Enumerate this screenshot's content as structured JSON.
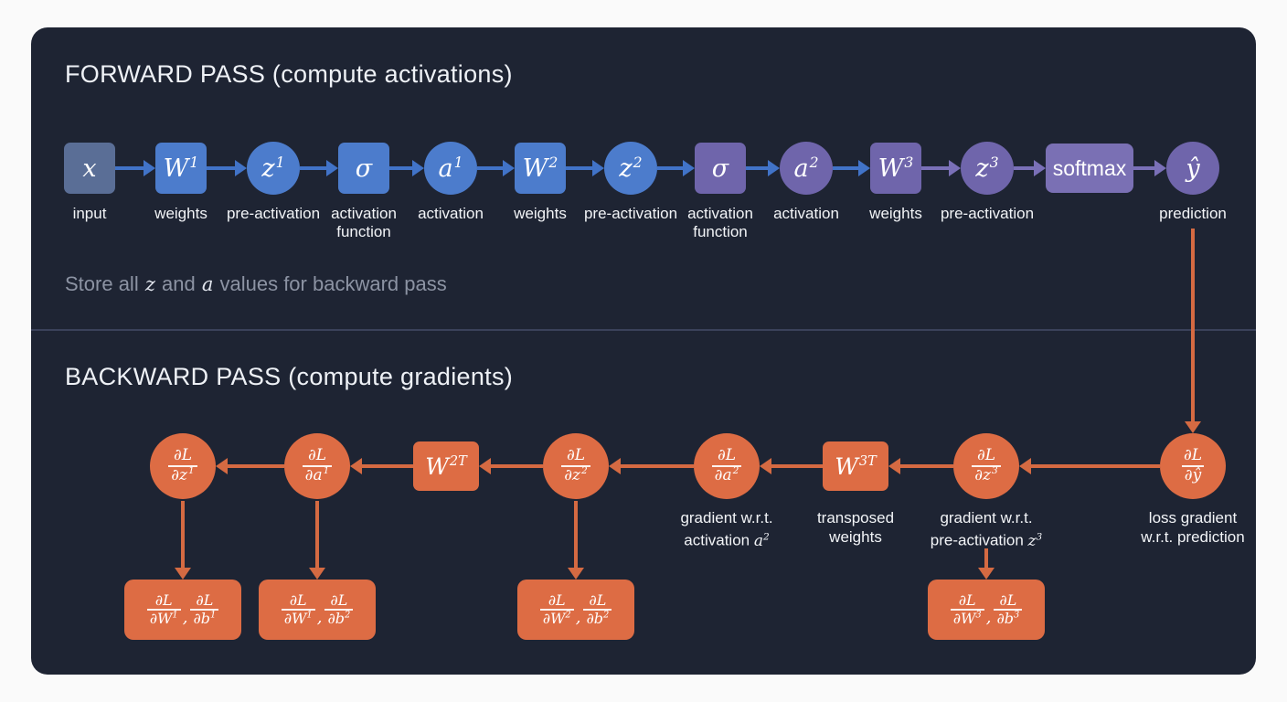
{
  "colors": {
    "page_bg": "#fafafa",
    "card_bg": "#1e2433",
    "node_blue": "#4c7ccc",
    "node_muted": "#5a6e96",
    "node_purple": "#6f65ab",
    "pill_purple": "#7a70b4",
    "arrow_blue": "#4173c8",
    "arrow_purple": "#7a70b8",
    "orange": "#dd6c44",
    "arrow_orange": "#d56a42",
    "divider": "#3a415a",
    "title_text": "#eef1f6",
    "label_text": "#f2f4f7",
    "muted_text": "#8c93a3"
  },
  "forward": {
    "title": "FORWARD PASS (compute activations)",
    "nodes": [
      {
        "shape": "square",
        "color": "muted",
        "text": "x",
        "label": "input",
        "name": "x"
      },
      {
        "shape": "square",
        "color": "blue",
        "text": "W",
        "sup": "1",
        "label": "weights",
        "name": "w1"
      },
      {
        "shape": "circle",
        "color": "blue",
        "text": "z",
        "sup": "1",
        "label": "pre-activation",
        "name": "z1"
      },
      {
        "shape": "square",
        "color": "blue",
        "text": "σ",
        "label": "activation\nfunction",
        "name": "sigma1"
      },
      {
        "shape": "circle",
        "color": "blue",
        "text": "a",
        "sup": "1",
        "label": "activation",
        "name": "a1"
      },
      {
        "shape": "square",
        "color": "blue",
        "text": "W",
        "sup": "2",
        "label": "weights",
        "name": "w2"
      },
      {
        "shape": "circle",
        "color": "blue",
        "text": "z",
        "sup": "2",
        "label": "pre-activation",
        "name": "z2"
      },
      {
        "shape": "square",
        "color": "purple",
        "text": "σ",
        "label": "activation\nfunction",
        "name": "sigma2"
      },
      {
        "shape": "circle",
        "color": "purple",
        "text": "a",
        "sup": "2",
        "label": "activation",
        "name": "a2"
      },
      {
        "shape": "square",
        "color": "purple",
        "text": "W",
        "sup": "3",
        "label": "weights",
        "name": "w3"
      },
      {
        "shape": "circle",
        "color": "purple",
        "text": "z",
        "sup": "3",
        "label": "pre-activation",
        "name": "z3"
      },
      {
        "shape": "pill",
        "color": "pill",
        "text": "softmax",
        "plain": true,
        "label": "",
        "name": "softmax"
      },
      {
        "shape": "circle",
        "color": "purple",
        "text": "ŷ",
        "label": "prediction",
        "name": "yhat"
      }
    ],
    "note_parts": [
      {
        "text": "Store all "
      },
      {
        "text": "z",
        "math": true
      },
      {
        "text": " and "
      },
      {
        "text": "a",
        "math": true
      },
      {
        "text": " values for backward pass"
      }
    ]
  },
  "backward": {
    "title": "BACKWARD PASS (compute gradients)",
    "nodes": [
      {
        "shape": "circle",
        "frac": {
          "num": "∂L",
          "den": "∂z",
          "den_sup": "1"
        },
        "name": "dl-dz1"
      },
      {
        "shape": "circle",
        "frac": {
          "num": "∂L",
          "den": "∂a",
          "den_sup": "1"
        },
        "name": "dl-da1"
      },
      {
        "shape": "square",
        "text": "W",
        "sup": "2T",
        "name": "w2-transposed"
      },
      {
        "shape": "circle",
        "frac": {
          "num": "∂L",
          "den": "∂z",
          "den_sup": "2"
        },
        "name": "dl-dz2"
      },
      {
        "shape": "circle",
        "frac": {
          "num": "∂L",
          "den": "∂a",
          "den_sup": "2"
        },
        "name": "dl-da2",
        "label_parts": [
          {
            "text": "gradient w.r.t.\nactivation "
          },
          {
            "text": "a",
            "math": true,
            "sup": "2"
          }
        ]
      },
      {
        "shape": "square",
        "text": "W",
        "sup": "3T",
        "name": "w3-transposed",
        "label_parts": [
          {
            "text": "transposed\nweights"
          }
        ]
      },
      {
        "shape": "circle",
        "frac": {
          "num": "∂L",
          "den": "∂z",
          "den_sup": "3"
        },
        "name": "dl-dz3",
        "label_parts": [
          {
            "text": "gradient w.r.t.\npre-activation "
          },
          {
            "text": "z",
            "math": true,
            "sup": "3"
          }
        ]
      },
      {
        "shape": "circle",
        "frac": {
          "num": "∂L",
          "den": "∂ŷ"
        },
        "name": "dl-dyhat",
        "label_parts": [
          {
            "text": "loss gradient\nw.r.t. prediction"
          }
        ]
      }
    ],
    "grad_boxes": [
      {
        "name": "gradients-layer1",
        "fracs": [
          {
            "num": "∂L",
            "den": "∂W",
            "den_sup": "1"
          },
          {
            "num": "∂L",
            "den": "∂b",
            "den_sup": "1"
          }
        ]
      },
      {
        "name": "gradients-layer1b",
        "fracs": [
          {
            "num": "∂L",
            "den": "∂W",
            "den_sup": "1"
          },
          {
            "num": "∂L",
            "den": "∂b",
            "den_sup": "2"
          }
        ]
      },
      {
        "name": "gradients-layer2",
        "fracs": [
          {
            "num": "∂L",
            "den": "∂W",
            "den_sup": "2"
          },
          {
            "num": "∂L",
            "den": "∂b",
            "den_sup": "2"
          }
        ]
      },
      {
        "name": "gradients-layer3",
        "fracs": [
          {
            "num": "∂L",
            "den": "∂W",
            "den_sup": "3"
          },
          {
            "num": "∂L",
            "den": "∂b",
            "den_sup": "3"
          }
        ]
      }
    ]
  }
}
